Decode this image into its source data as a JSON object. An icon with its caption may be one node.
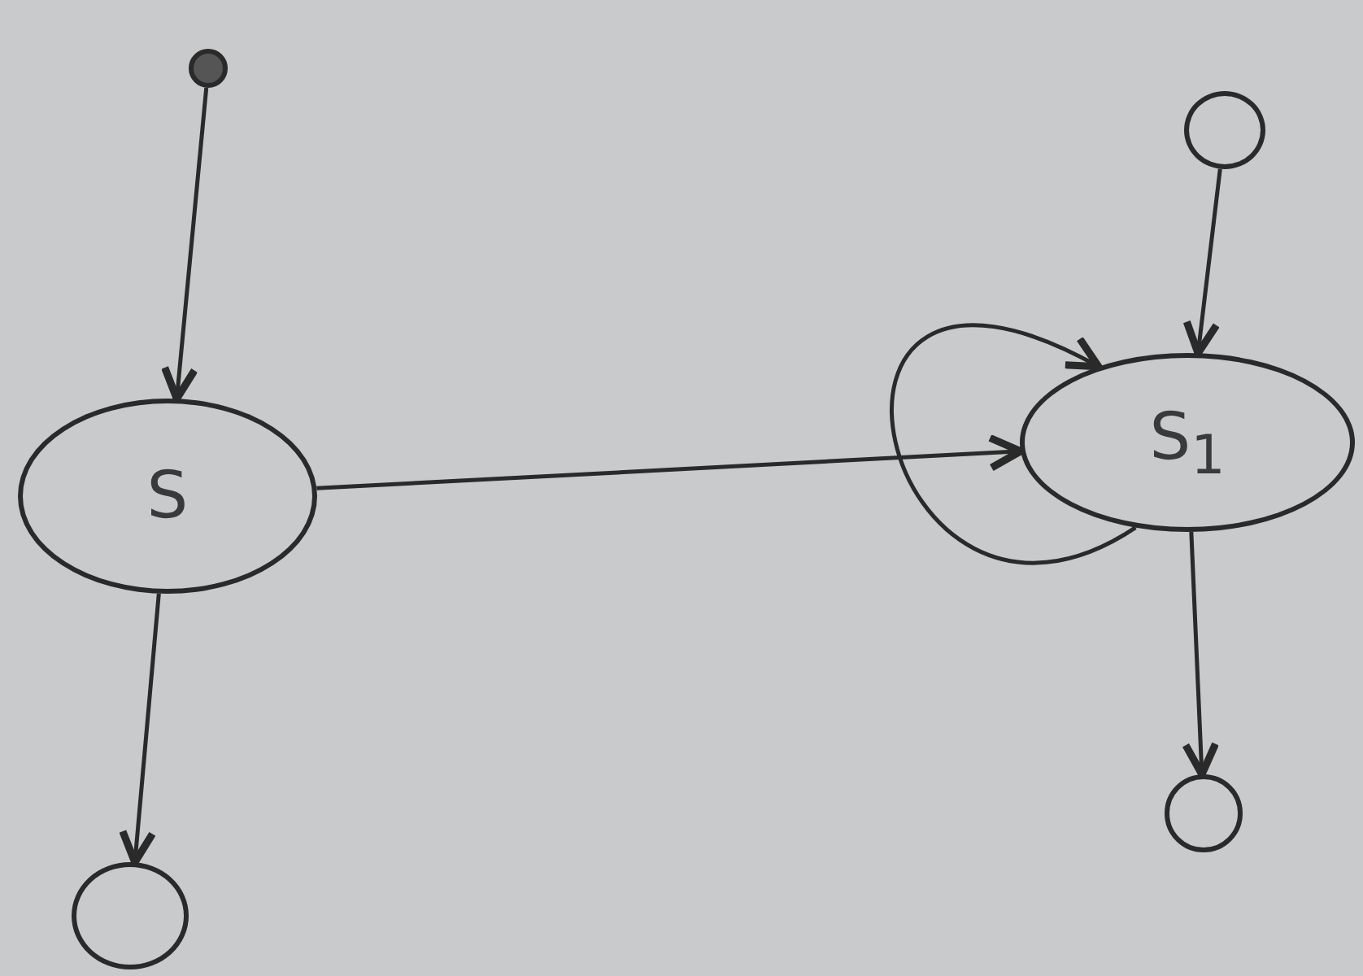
{
  "diagram": {
    "nodes": [
      {
        "text": [],
        "shape": "circle"
      },
      {
        "text": [
          "S"
        ]
      },
      {
        "text": [],
        "shape": "circle"
      },
      {
        "text": [],
        "shape": "circle"
      },
      {
        "text": [
          "S$_{1}$"
        ]
      },
      {
        "text": [],
        "shape": "circle"
      }
    ],
    "edges": [
      {
        "from": 0,
        "to": 1,
        "arrow": "to"
      },
      {
        "from": 1,
        "to": 2,
        "arrow": "to"
      },
      {
        "from": 1,
        "to": 4,
        "arrow": "to"
      },
      {
        "from": 4,
        "to": 4,
        "arrow": "to"
      },
      {
        "from": 3,
        "to": 4,
        "arrow": "to"
      },
      {
        "from": 4,
        "to": 5,
        "arrow": "to"
      }
    ]
  }
}
